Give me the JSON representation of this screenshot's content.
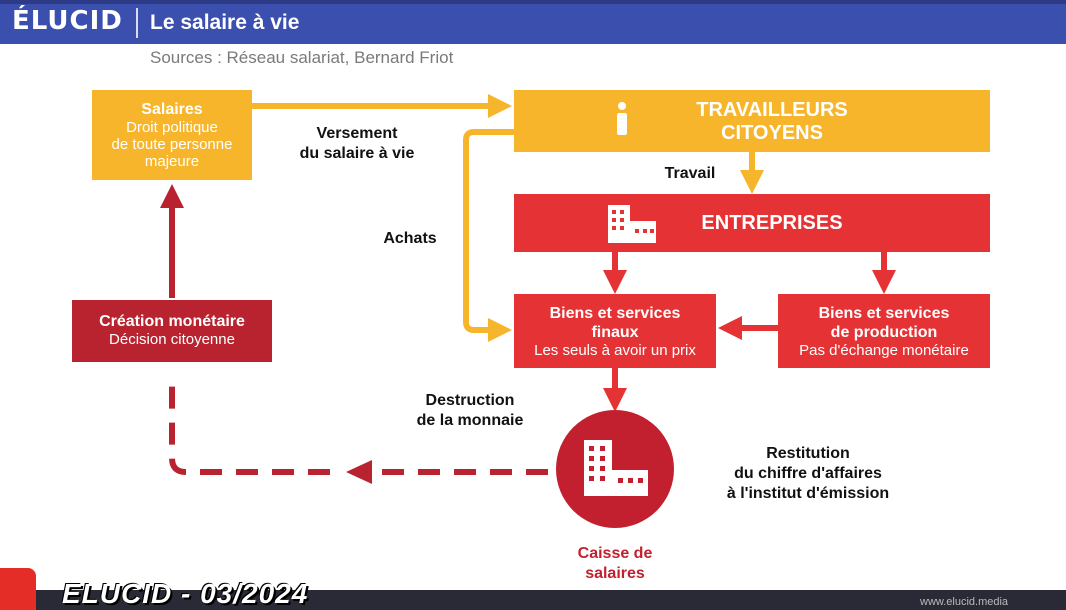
{
  "header": {
    "logo": "ÉLUCID",
    "title": "Le salaire à vie"
  },
  "sources": "Sources : Réseau salariat, Bernard Friot",
  "nodes": {
    "salaires": {
      "title": "Salaires",
      "line1": "Droit politique",
      "line2": "de toute personne",
      "line3": "majeure"
    },
    "travailleurs": {
      "line1": "TRAVAILLEURS",
      "line2": "CITOYENS"
    },
    "entreprises": {
      "title": "ENTREPRISES"
    },
    "biens_finaux": {
      "line1": "Biens et services",
      "line2": "finaux",
      "sub": "Les seuls à avoir un prix"
    },
    "biens_production": {
      "line1": "Biens et services",
      "line2": "de production",
      "sub": "Pas d'échange monétaire"
    },
    "creation": {
      "title": "Création monétaire",
      "sub": "Décision citoyenne"
    },
    "caisse": {
      "line1": "Caisse de",
      "line2": "salaires"
    }
  },
  "labels": {
    "versement_1": "Versement",
    "versement_2": "du salaire à vie",
    "travail": "Travail",
    "achats": "Achats",
    "destruction_1": "Destruction",
    "destruction_2": "de la monnaie",
    "restitution_1": "Restitution",
    "restitution_2": "du chiffre d'affaires",
    "restitution_3": "à l'institut d'émission"
  },
  "footer": {
    "watermark": "ELUCID - 03/2024",
    "site": "www.elucid.media"
  },
  "colors": {
    "yellow": "#f7b52c",
    "red": "#e53235",
    "dark_red": "#b8232f",
    "header_blue": "#3b4fae"
  }
}
